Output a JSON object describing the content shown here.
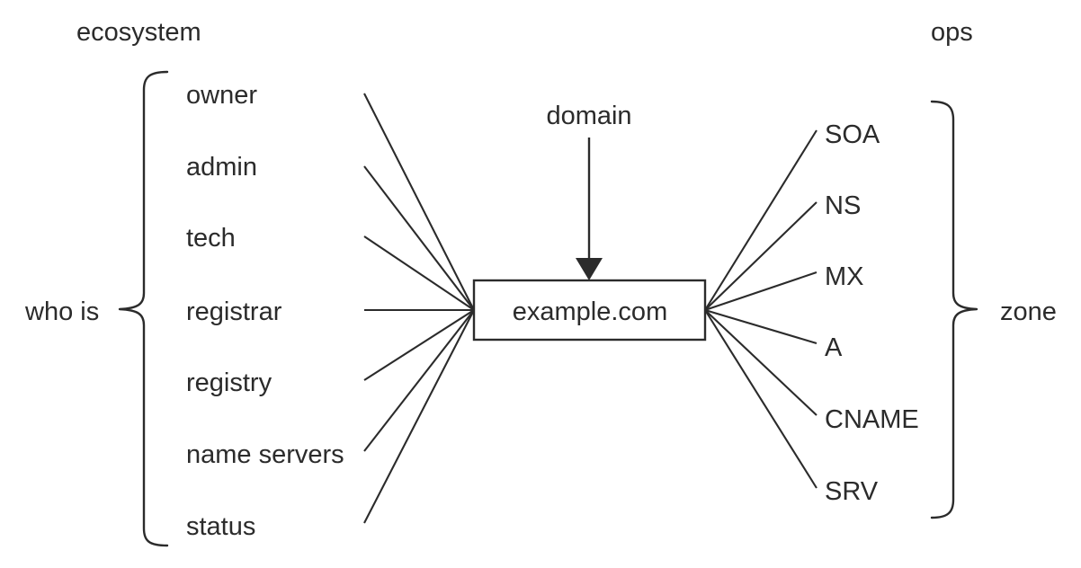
{
  "diagram": {
    "type": "node-link-diagram",
    "background_color": "#ffffff",
    "stroke_color": "#2b2b2b",
    "text_color": "#2b2b2b",
    "center_node": {
      "label": "example.com",
      "shape": "rectangle"
    },
    "top_arrow": {
      "label": "domain",
      "direction": "down",
      "target": "example.com"
    },
    "group_headers": {
      "left": "ecosystem",
      "right": "ops"
    },
    "group_braces": {
      "left": "who is",
      "right": "zone"
    },
    "left_items": [
      {
        "label": "owner"
      },
      {
        "label": "admin"
      },
      {
        "label": "tech"
      },
      {
        "label": "registrar"
      },
      {
        "label": "registry"
      },
      {
        "label": "name servers"
      },
      {
        "label": "status"
      }
    ],
    "right_items": [
      {
        "label": "SOA"
      },
      {
        "label": "NS"
      },
      {
        "label": "MX"
      },
      {
        "label": "A"
      },
      {
        "label": "CNAME"
      },
      {
        "label": "SRV"
      }
    ]
  }
}
